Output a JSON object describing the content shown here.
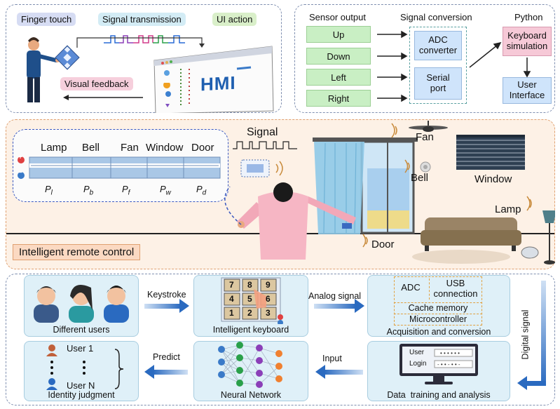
{
  "top_left": {
    "finger_touch": "Finger touch",
    "signal_transmission": "Signal transmission",
    "ui_action": "UI action",
    "visual_feedback": "Visual feedback",
    "hmi": "HMI"
  },
  "top_right": {
    "sensor_output": "Sensor output",
    "signal_conversion": "Signal conversion",
    "python": "Python",
    "outputs": [
      "Up",
      "Down",
      "Left",
      "Right"
    ],
    "adc": "ADC converter",
    "serial": "Serial port",
    "keyboard_sim": "Keyboard simulation",
    "user_interface": "User Interface"
  },
  "middle": {
    "devices": [
      "Lamp",
      "Bell",
      "Fan",
      "Window",
      "Door"
    ],
    "sensors": [
      "P_l",
      "P_b",
      "P_f",
      "P_w",
      "P_d"
    ],
    "signal": "Signal",
    "fan": "Fan",
    "bell": "Bell",
    "window": "Window",
    "lamp": "Lamp",
    "door": "Door",
    "title": "Intelligent remote control",
    "plus": "+",
    "minus": "−"
  },
  "bottom": {
    "different_users": "Different users",
    "keystroke": "Keystroke",
    "intelligent_keyboard": "Intelligent keyboard",
    "keys": [
      "7",
      "8",
      "9",
      "4",
      "5",
      "6",
      "1",
      "2",
      "3"
    ],
    "analog_signal": "Analog signal",
    "adc": "ADC",
    "usb": "USB connection",
    "cache": "Cache memory",
    "micro": "Microcontroller",
    "acquisition": "Acquisition and conversion",
    "digital_signal": "Digital signal",
    "predict": "Predict",
    "input": "Input",
    "user1": "User 1",
    "userN": "User N",
    "identity": "Identity judgment",
    "neural": "Neural Network",
    "user_label": "User",
    "login_label": "Login",
    "data_training": "Data  training and analysis"
  }
}
